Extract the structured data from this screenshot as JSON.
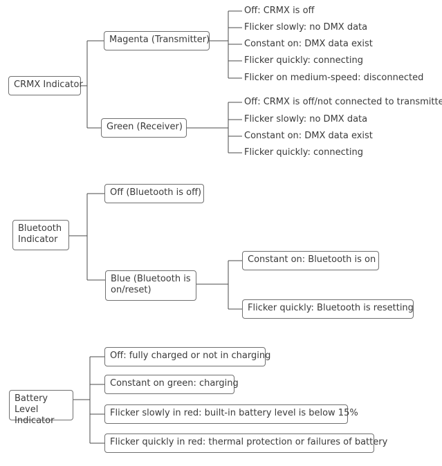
{
  "crmx": {
    "title": "CRMX Indicator",
    "magenta": {
      "label": "Magenta (Transmitter)",
      "items": [
        "Off: CRMX is off",
        "Flicker slowly: no DMX data",
        "Constant on: DMX data exist",
        "Flicker quickly: connecting",
        "Flicker on medium-speed: disconnected"
      ]
    },
    "green": {
      "label": "Green (Receiver)",
      "items": [
        "Off: CRMX is off/not connected to transmitter",
        "Flicker slowly: no DMX data",
        "Constant on: DMX data exist",
        "Flicker quickly: connecting"
      ]
    }
  },
  "bluetooth": {
    "title": "Bluetooth Indicator",
    "off": "Off (Bluetooth is off)",
    "blue": {
      "label": "Blue (Bluetooth is on/reset)",
      "items": [
        "Constant on: Bluetooth is on",
        "Flicker quickly: Bluetooth is resetting"
      ]
    }
  },
  "battery": {
    "title": "Battery Level Indicator",
    "items": [
      "Off: fully charged or not in charging",
      "Constant on green: charging",
      "Flicker slowly in red: built-in battery level is below 15%",
      "Flicker quickly in red: thermal protection or failures of battery"
    ]
  }
}
